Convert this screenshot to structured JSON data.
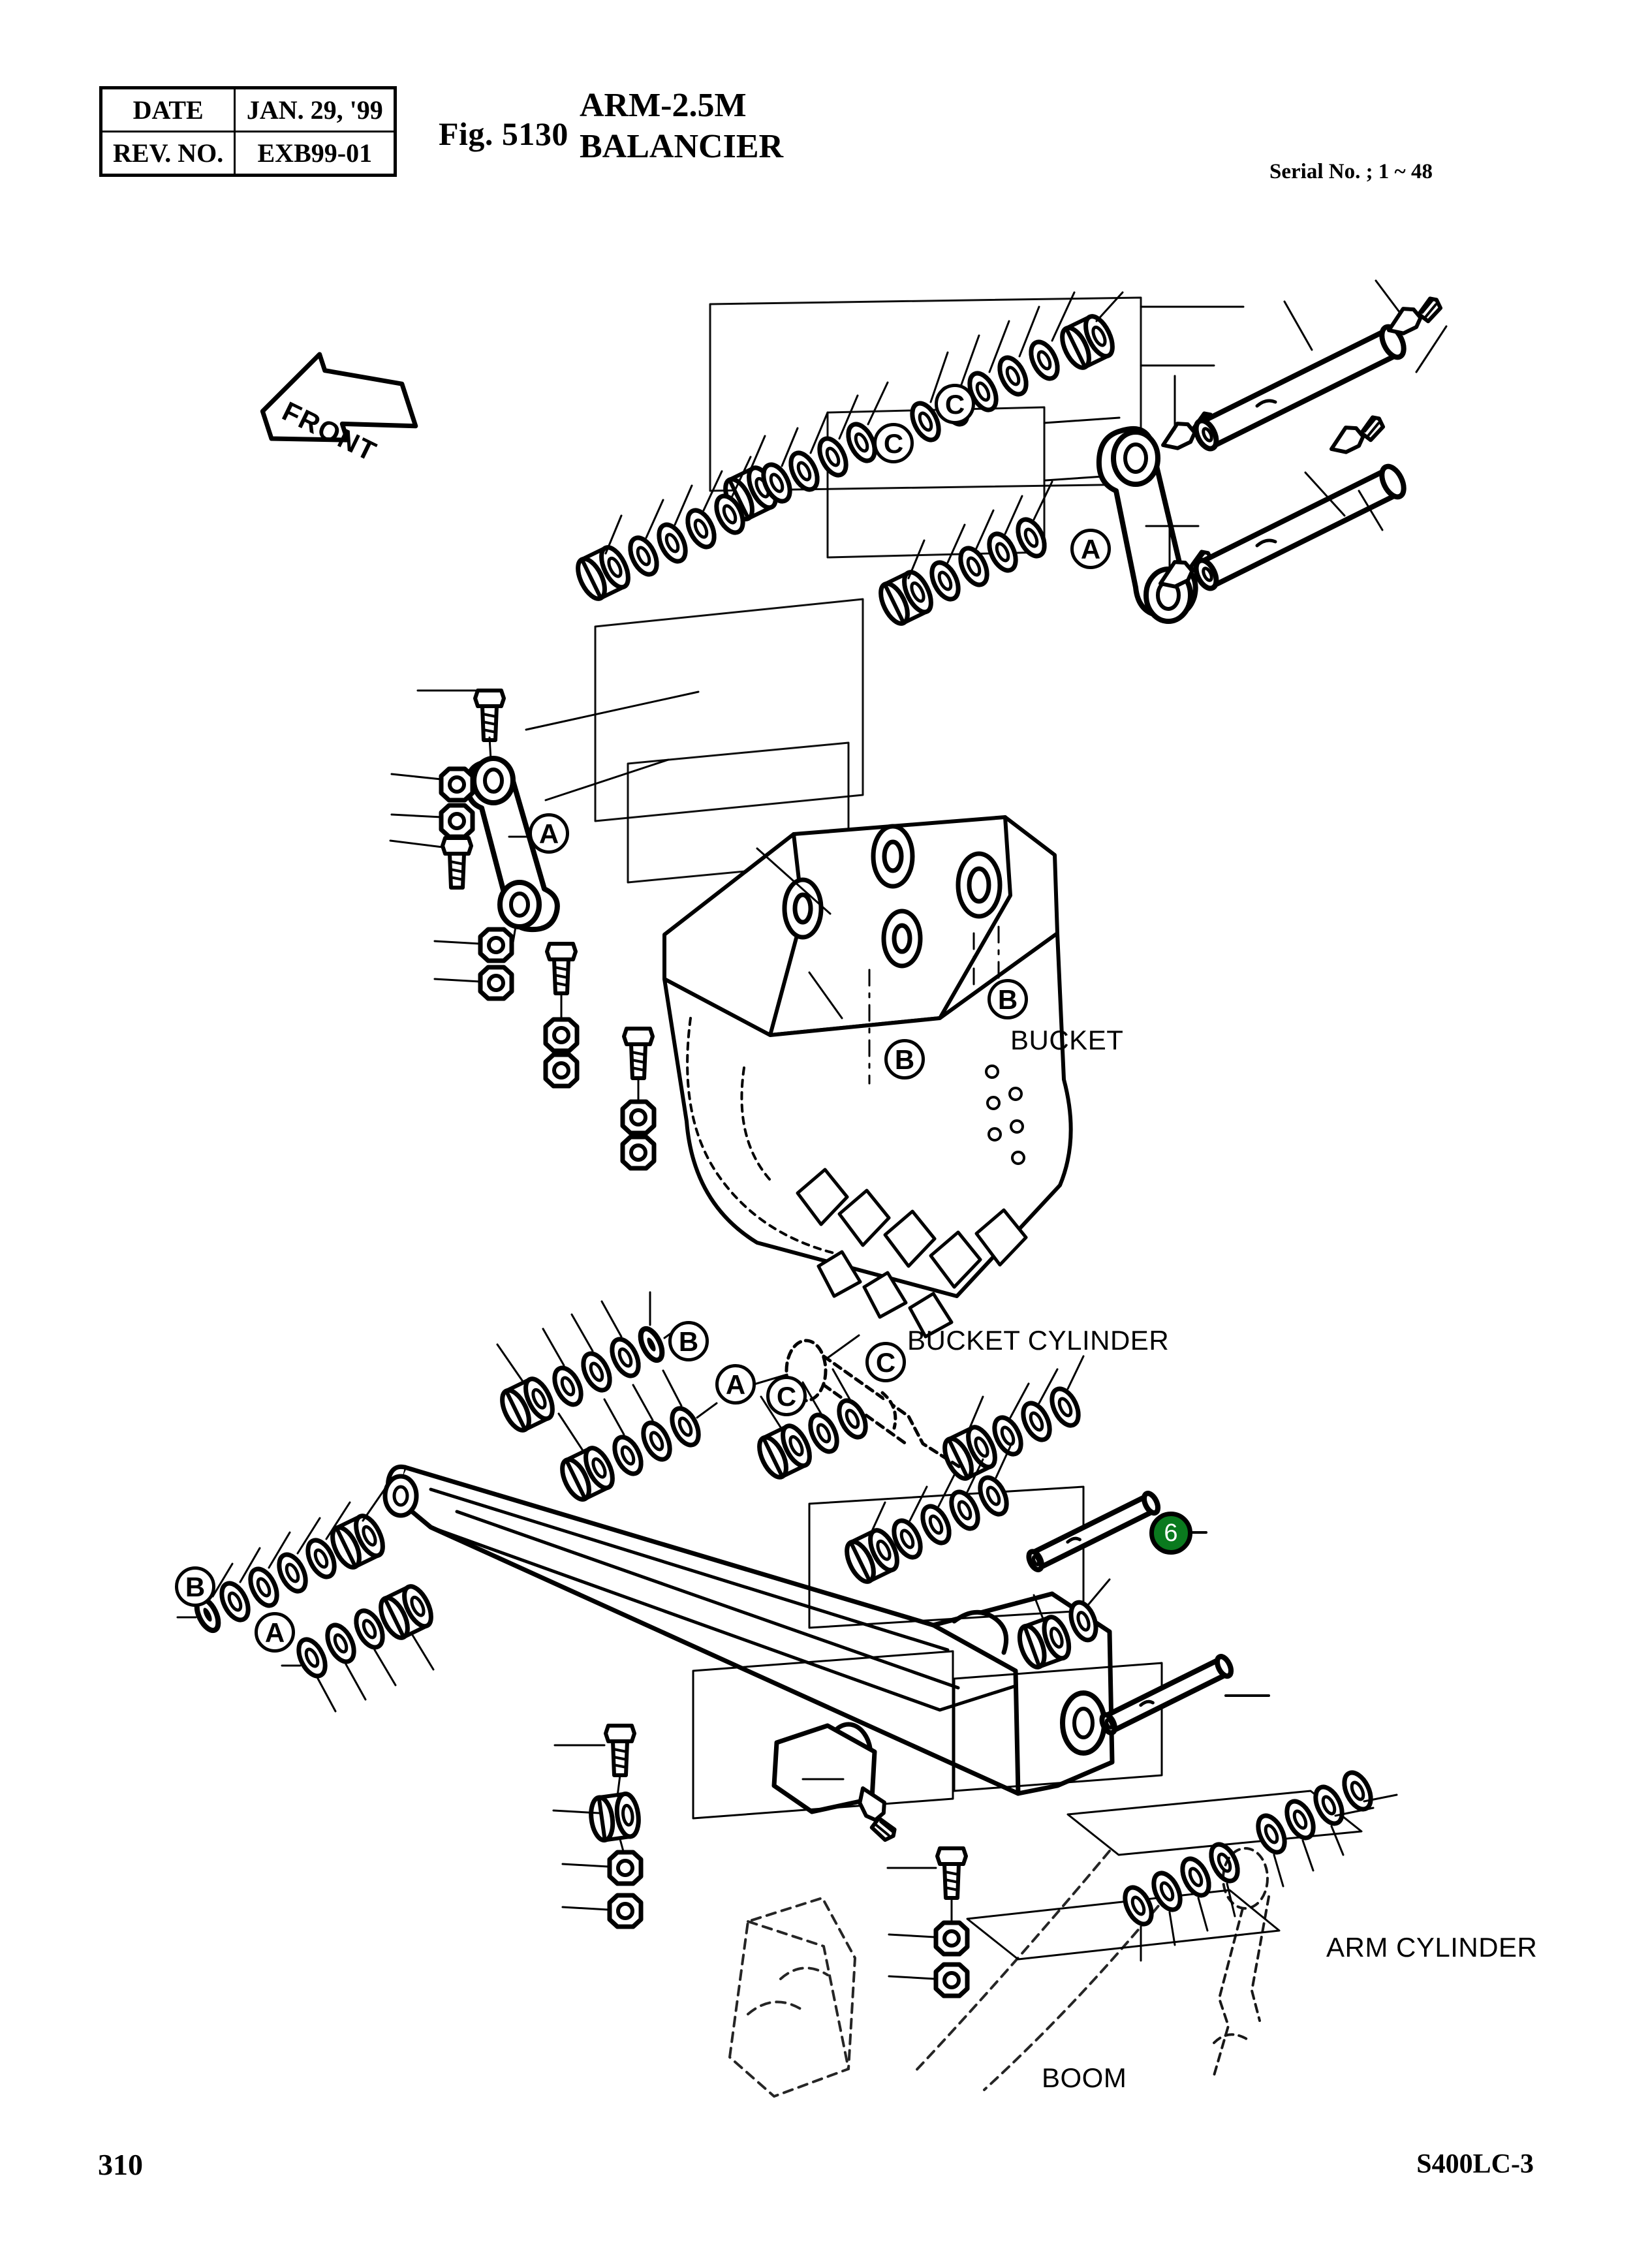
{
  "header": {
    "rev_table": {
      "rows": [
        {
          "label": "DATE",
          "value": "JAN. 29, '99"
        },
        {
          "label": "REV. NO.",
          "value": "EXB99-01"
        }
      ]
    },
    "fig_number": "Fig. 5130",
    "title_line1": "ARM-2.5M",
    "title_line2": "BALANCIER",
    "serial_no": "Serial No. ; 1 ~ 48"
  },
  "footer": {
    "page_number": "310",
    "model": "S400LC-3"
  },
  "diagram": {
    "direction_arrow": "FRONT",
    "assembly_labels": [
      {
        "name": "bucket",
        "text": "BUCKET"
      },
      {
        "name": "bucket-cylinder",
        "text": "BUCKET CYLINDER"
      },
      {
        "name": "arm-cylinder",
        "text": "ARM CYLINDER"
      },
      {
        "name": "boom",
        "text": "BOOM"
      }
    ],
    "section_callouts": [
      {
        "id": "c-top-right",
        "letter": "C"
      },
      {
        "id": "c-top-mid",
        "letter": "C"
      },
      {
        "id": "a-top-right",
        "letter": "A"
      },
      {
        "id": "a-top-left",
        "letter": "A"
      },
      {
        "id": "b-bucket-upper",
        "letter": "B"
      },
      {
        "id": "b-bucket-lower",
        "letter": "B"
      },
      {
        "id": "b-arm-upper",
        "letter": "B"
      },
      {
        "id": "a-arm-upper",
        "letter": "A"
      },
      {
        "id": "c-cyl-right",
        "letter": "C"
      },
      {
        "id": "c-cyl-left",
        "letter": "C"
      },
      {
        "id": "b-arm-lower",
        "letter": "B"
      },
      {
        "id": "a-arm-lower",
        "letter": "A"
      }
    ],
    "highlight": {
      "number": "6",
      "fill_color": "#0a7a1e",
      "text_color": "#ffffff",
      "ring_color": "#000000"
    }
  }
}
